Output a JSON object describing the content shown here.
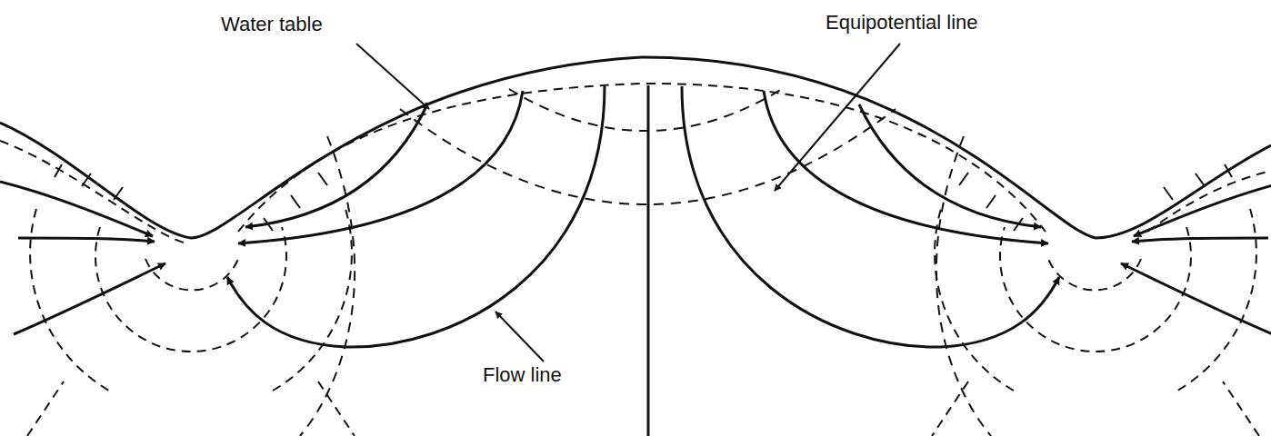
{
  "diagram": {
    "labels": [
      "Water table",
      "Equipotential line",
      "Flow line"
    ]
  }
}
